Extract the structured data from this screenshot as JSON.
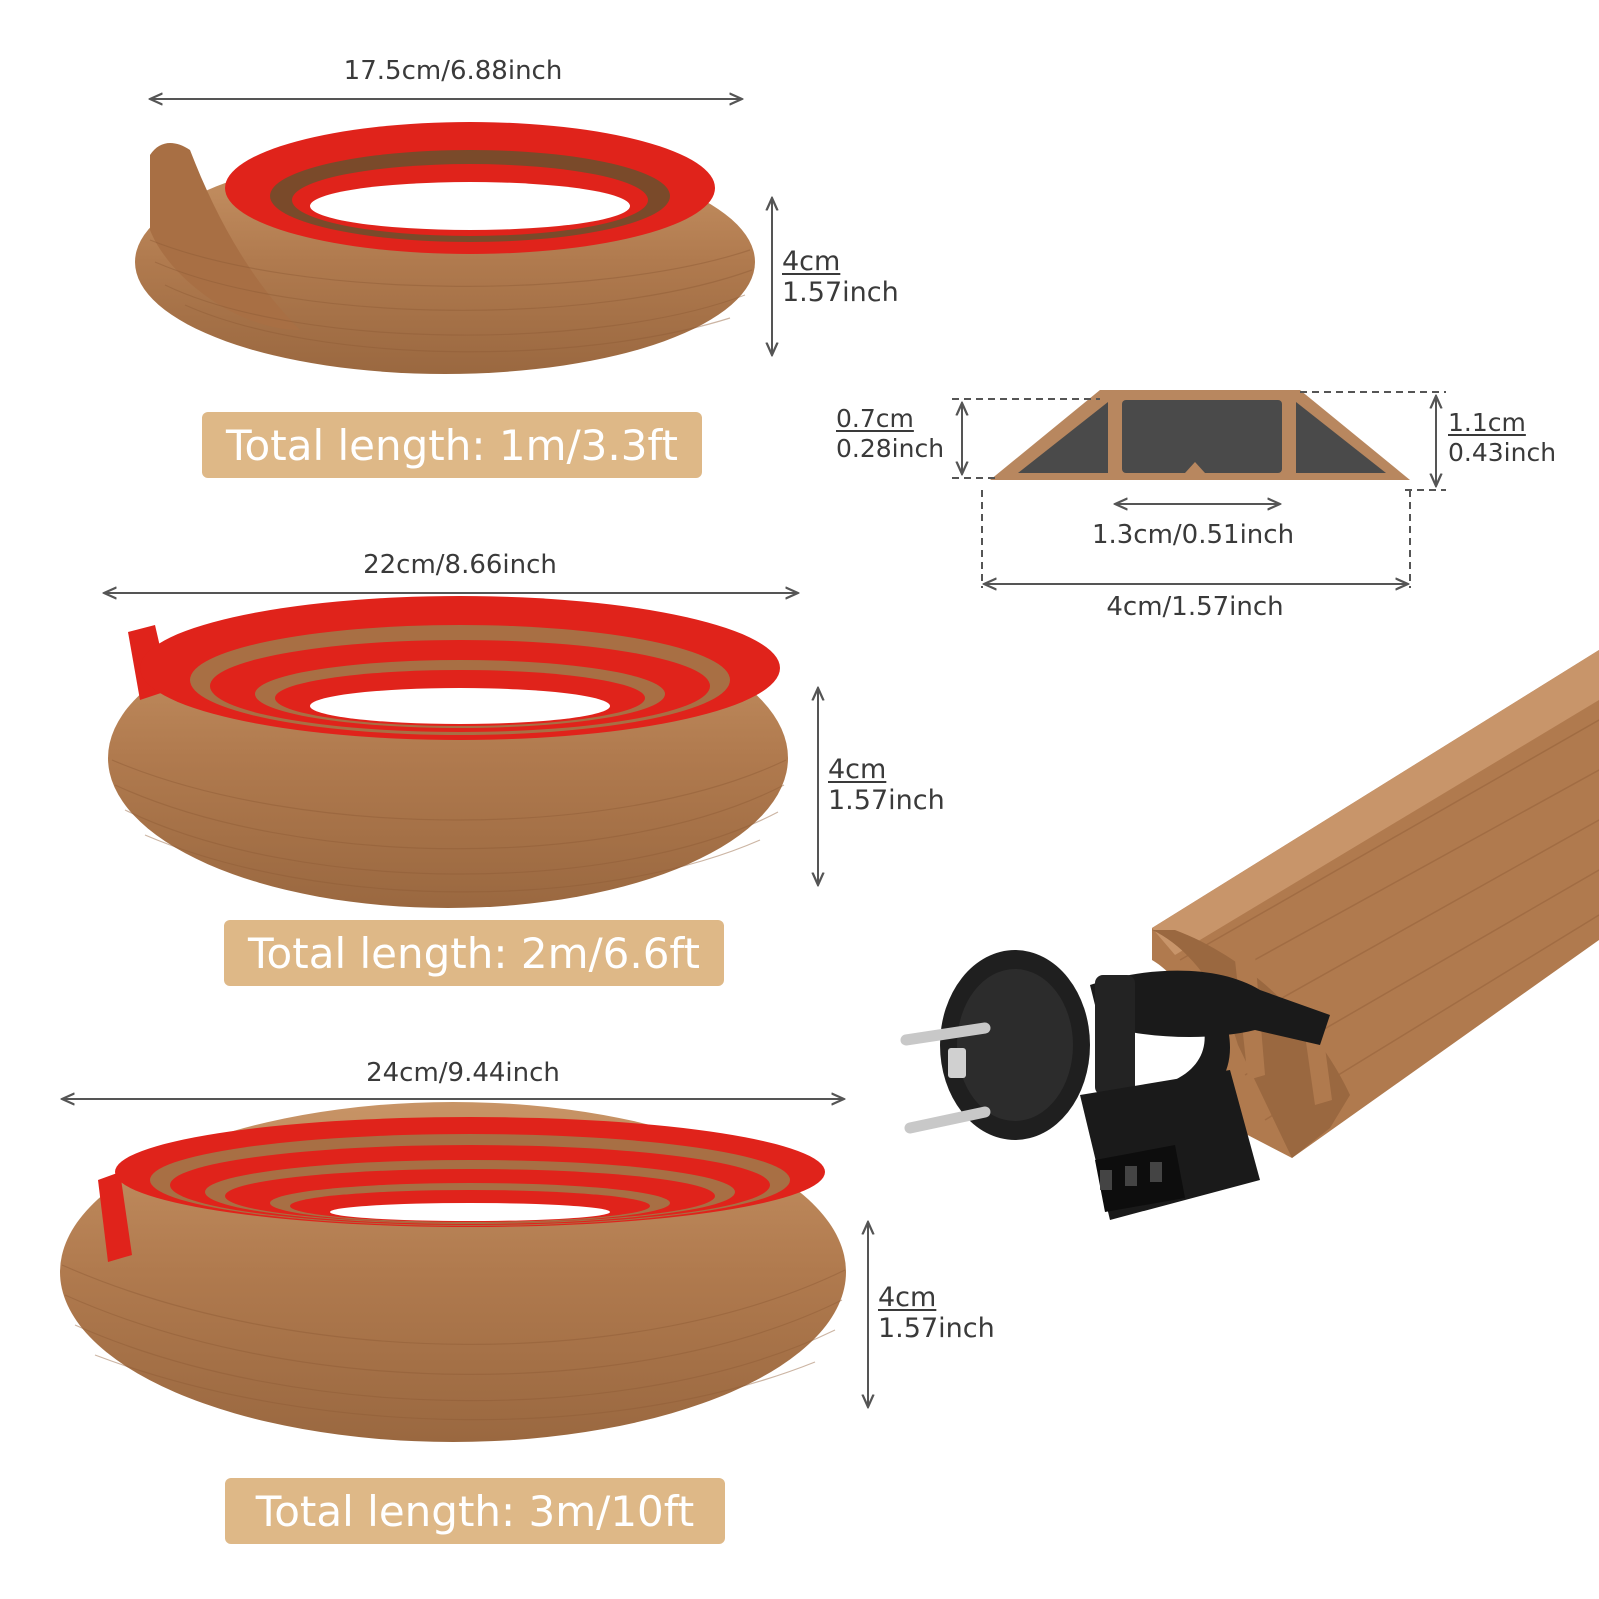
{
  "colors": {
    "wood": "#b07a4e",
    "wood_dark": "#8f5c36",
    "adhesive": "#e0231b",
    "badge": "#deb887",
    "dimension": "#555555"
  },
  "coil_small": {
    "width_label": "17.5cm/6.88inch",
    "height_cm": "4cm",
    "height_inch": "1.57inch",
    "length_label": "Total length: 1m/3.3ft"
  },
  "coil_medium": {
    "width_label": "22cm/8.66inch",
    "height_cm": "4cm",
    "height_inch": "1.57inch",
    "length_label": "Total length: 2m/6.6ft"
  },
  "coil_large": {
    "width_label": "24cm/9.44inch",
    "height_cm": "4cm",
    "height_inch": "1.57inch",
    "length_label": "Total length: 3m/10ft"
  },
  "cross_section": {
    "edge_height_cm": "0.7cm",
    "edge_height_inch": "0.28inch",
    "center_height_cm": "1.1cm",
    "center_height_inch": "0.43inch",
    "channel_width": "1.3cm/0.51inch",
    "total_width": "4cm/1.57inch"
  }
}
